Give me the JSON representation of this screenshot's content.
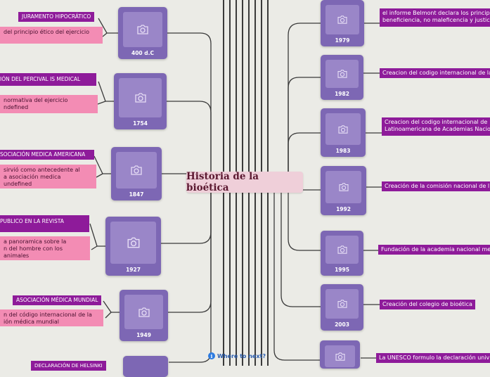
{
  "center_topic": "Historia de la bioética",
  "where_to_next": "Where to next?",
  "left_items": [
    {
      "year": "400 d.C",
      "heading": "JURAMENTO HIPOCRÁTICO",
      "desc": "del principio ético del ejercicio"
    },
    {
      "year": "1754",
      "heading": "IÓN DEL PERCIVAL IS MEDICAL",
      "desc": "normativa del ejercicio\nndefined"
    },
    {
      "year": "1847",
      "heading": "SOCIACIÓN MEDICA AMERICANA",
      "desc": "sirvió como antecedente al\na asociación medica\nundefined"
    },
    {
      "year": "1927",
      "heading": "PUBLICO EN LA REVISTA",
      "desc": "a panoramica sobre la\nn del hombre con los animales\n"
    },
    {
      "year": "1949",
      "heading": "ASOCIACIÓN MÉDICA MUNDIAL",
      "desc": "n del código internacional de la\nión médica mundial"
    },
    {
      "year": "",
      "heading": "DECLARACIÓN DE HELSINKI",
      "desc": ""
    }
  ],
  "right_items": [
    {
      "year": "1979",
      "label": "el informe Belmont declara los princip\nbeneficiencia, no maleficencia y justic"
    },
    {
      "year": "1982",
      "label": "Creacion del codigo internacional de la"
    },
    {
      "year": "1983",
      "label": "Creacion del codigo internacional de \nLatinoamericana de Academias Nacio"
    },
    {
      "year": "1992",
      "label": "Creación de la comisión nacional de l"
    },
    {
      "year": "1995",
      "label": "Fundación de la academia nacional me"
    },
    {
      "year": "2003",
      "label": "Creación del colegio de bioética"
    },
    {
      "year": "",
      "label": "La UNESCO formulo la declaración univ"
    }
  ],
  "colors": {
    "background": "#ebebe6",
    "node": "#7d67b4",
    "node_frame": "#9a86c8",
    "heading_label": "#8e1b9a",
    "desc_label": "#f38cb4",
    "center_topic": "#efcfd9",
    "line": "#3a3a3a"
  },
  "icons": {
    "node": "camera-icon",
    "info": "info-icon"
  }
}
